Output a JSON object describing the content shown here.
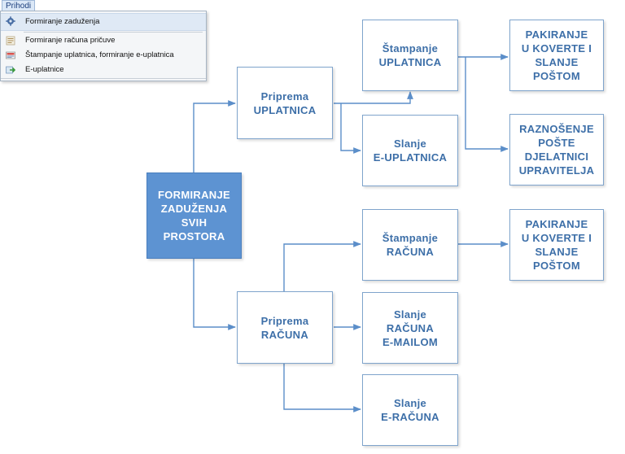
{
  "menu": {
    "title": "Prihodi",
    "items": [
      {
        "label": "Formiranje zaduženja",
        "icon": "gear-icon"
      },
      {
        "label": "Formiranje računa pričuve",
        "icon": "document-icon"
      },
      {
        "label": "Štampanje uplatnica, formiranje e-uplatnica",
        "icon": "print-slip-icon"
      },
      {
        "label": "E-uplatnice",
        "icon": "send-icon"
      }
    ]
  },
  "diagram": {
    "main": [
      "FORMIRANJE",
      "ZADUŽENJA",
      "SVIH",
      "PROSTORA"
    ],
    "priprema_uplatnica": [
      "Priprema",
      "UPLATNICA"
    ],
    "stampanje_uplatnica": [
      "Štampanje",
      "UPLATNICA"
    ],
    "slanje_euplatnica": [
      "Slanje",
      "E-UPLATNICA"
    ],
    "pakiranje_1": [
      "PAKIRANJE",
      "U KOVERTE I",
      "SLANJE",
      "POŠTOM"
    ],
    "raznosenje": [
      "RAZNOŠENJE",
      "POŠTE",
      "DJELATNICI",
      "UPRAVITELJA"
    ],
    "priprema_racuna": [
      "Priprema",
      "RAČUNA"
    ],
    "stampanje_racuna": [
      "Štampanje",
      "RAČUNA"
    ],
    "pakiranje_2": [
      "PAKIRANJE",
      "U KOVERTE I",
      "SLANJE",
      "POŠTOM"
    ],
    "slanje_racuna_email": [
      "Slanje",
      "RAČUNA",
      "E-MAILOM"
    ],
    "slanje_eracuna": [
      "Slanje",
      "E-RAČUNA"
    ]
  },
  "colors": {
    "accent": "#5d93d2",
    "box_text": "#3d6fa8",
    "connector": "#5b8ec9"
  }
}
